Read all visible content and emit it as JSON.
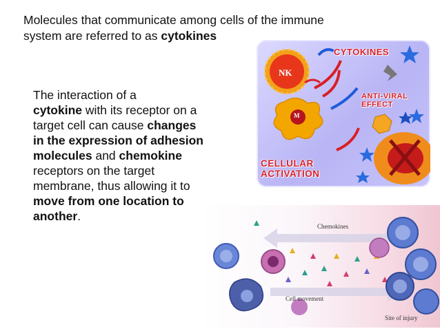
{
  "slide": {
    "title_part1": "Molecules that communicate among cells of the immune",
    "title_part2": "system are referred to as ",
    "title_bold": "cytokines",
    "body": [
      {
        "text": "The interaction of a",
        "bold": false
      },
      {
        "text": "cytokine",
        "bold": true
      },
      {
        "text": " with its receptor on a target cell can cause ",
        "bold": false
      },
      {
        "text": "changes in the expression of adhesion molecules",
        "bold": true
      },
      {
        "text": " and ",
        "bold": false
      },
      {
        "text": "chemokine",
        "bold": true
      },
      {
        "text": " receptors on the target membrane, thus allowing it to ",
        "bold": false
      },
      {
        "text": "move from one location to another",
        "bold": true
      },
      {
        "text": ".",
        "bold": false
      }
    ]
  },
  "cytokine_figure": {
    "cytokines_label": "CYTOKINES",
    "nk_label": "NK",
    "m_label": "M",
    "antiviral_line1": "ANTI-VIRAL",
    "antiviral_line2": "EFFECT",
    "cellular_line1": "CELLULAR",
    "cellular_line2": "ACTIVATION"
  },
  "chemokine_figure": {
    "chemokines_label": "Chemokines",
    "movement_label": "Cell movement",
    "injury_label": "Site of injury"
  }
}
